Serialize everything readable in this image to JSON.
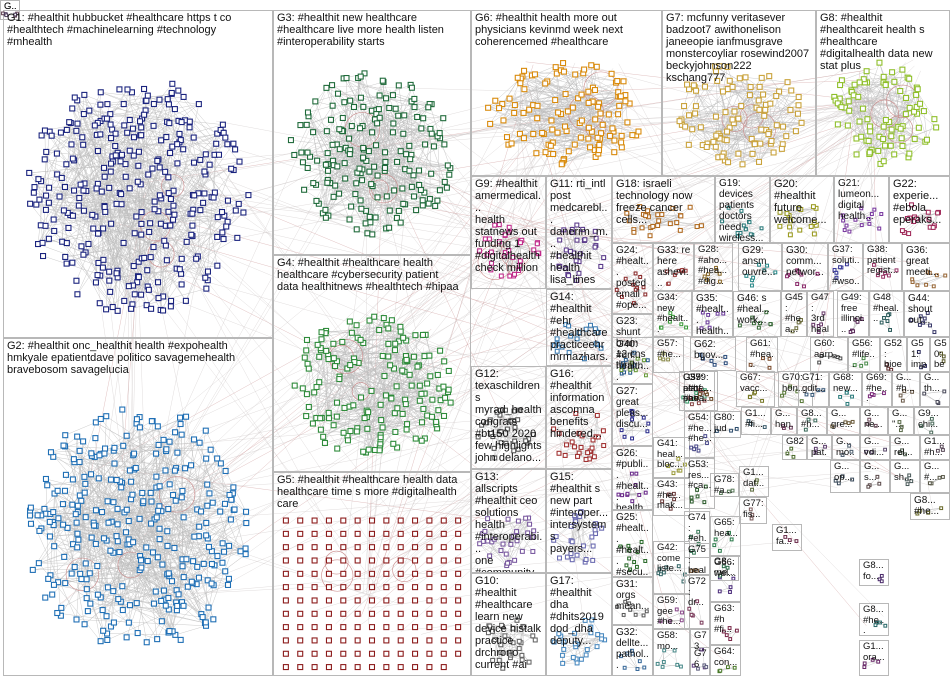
{
  "groups": [
    {
      "id": "g1",
      "text": "G1: #healthit hubbucket #healthcare https t co\n#healthtech #machinelearning #technology\n#mhealth",
      "color": "#1a237e"
    },
    {
      "id": "g2",
      "text": "G2: #healthit onc_healthit health #expohealth\nhmkyale epatientdave politico savagemehealth\nbravebosom savagelucia",
      "color": "#1f6fb5"
    },
    {
      "id": "g3",
      "text": "G3: #healthit new healthcare\n#healthcare live more health listen\n#interoperability starts",
      "color": "#1f6a3a"
    },
    {
      "id": "g4",
      "text": "G4: #healthit #healthcare health\nhealthcare #cybersecurity patient\ndata healthitnews #healthtech #hipaa",
      "color": "#2e8b3a"
    },
    {
      "id": "g5",
      "text": "G5: #healthit #healthcare health data\nhealthcare time s more #digitalhealth\ncare",
      "color": "#8b1a1a"
    },
    {
      "id": "g6",
      "text": "G6: #healthit health more out\nphysicians kevinmd week next\ncoherencemed #healthcare",
      "color": "#d98a0b"
    },
    {
      "id": "g7",
      "text": "G7: mcfunny veritasever\nbadzoot7 awithonelison\njaneeopie ianfmusgrave\nmonstercoyliar rosewind2007\nbeckyjohnson222\nkschang777",
      "color": "#c9a23a"
    },
    {
      "id": "g8",
      "text": "G8: #healthit\n#healthcareit health s\n#healthcare\n#digitalhealth data new\nstat plus",
      "color": "#8fbf2a"
    },
    {
      "id": "g9",
      "text": "G9: #healthit\namermedical...\nhealth\nstatnews out\nfunding 1\n#digitalhealth\ncheck million",
      "color": "#c02a8a"
    },
    {
      "id": "g10",
      "text": "G10: #healthit\n#healthcare\nlearn new\ndevice histalk\npractice\ndrchrono\ncurrent #ai",
      "color": "#666666"
    },
    {
      "id": "g11",
      "text": "G11: rti_intl\npost\nmedcarebl...\ndanerim_m...\n#healthit\nhealth\nlisa_lines\none...",
      "color": "#5a3a8a"
    },
    {
      "id": "g12",
      "text": "G12:\ntexaschildrens\nmyrad_health\ncongrats\n#bt150 2020\nfew highlights\njohn delano...",
      "color": "#555555"
    },
    {
      "id": "g13",
      "text": "G13: allscripts\n#healthit ceo\nsolutions\nhealth\n#interoperabi...\none\n#community...",
      "color": "#7a5aa0"
    },
    {
      "id": "g14",
      "text": "G14:\n#healthit\n#ehr\n#healthcare\npracticeehr\nmrmazhars...\n#practiceehr\nehr...",
      "color": "#3a7ab0"
    },
    {
      "id": "g15",
      "text": "G15:\n#healthit s\nnew part\n#interoper...\nintersystems\npayers...",
      "color": "#6a6ab0"
    },
    {
      "id": "g16",
      "text": "G16:\n#healthit\ninformation\nascomna\nbenefits\nhindered...",
      "color": "#a03030"
    },
    {
      "id": "g17",
      "text": "G17:\n#healthit\ndha\n#dhits2019\ndod_dha\ndeputy...",
      "color": "#4a8ac0"
    },
    {
      "id": "g18",
      "text": "G18: israeli\ntechnology now\nfreeze cancer\ncells...",
      "color": "#b06a20"
    },
    {
      "id": "g19",
      "text": "G19: devices\npatients\ndoctors need\nwireless...",
      "color": "#2a7a7a"
    },
    {
      "id": "g20",
      "text": "G20:\n#healthit\nfuture\nwelcome...",
      "color": "#9a9a20"
    },
    {
      "id": "g21",
      "text": "G21:\nlumeon...\ndigital\nhealth...",
      "color": "#7a3aa0"
    },
    {
      "id": "g22",
      "text": "G22:\nexperie...\n#ebola\neperaks...",
      "color": "#a02a5a"
    },
    {
      "id": "g23",
      "text": "G23:\nshunt\nbrain\n12 cns\nthrill...",
      "color": "#2a5a8a"
    },
    {
      "id": "g24",
      "text": "G24:\n#healt...\nposted\nemail\n#ope...",
      "color": "#8a2a2a"
    },
    {
      "id": "g25",
      "text": "G25:\n#healt...\n#healt...\n#secu...",
      "color": "#2a6a2a"
    },
    {
      "id": "g26",
      "text": "G26:\n#publi...\n#healt...\nhealth...",
      "color": "#6a2a8a"
    },
    {
      "id": "g27",
      "text": "G27:\ngreat\npleas...\ndiscu...",
      "color": "#2a2a8a"
    },
    {
      "id": "g28",
      "text": "G28:\n#aho...\n#hea...\n#dig...",
      "color": "#8a6a2a"
    },
    {
      "id": "g29",
      "text": "G29:\nansm\nouvre...",
      "color": "#2a8a8a"
    },
    {
      "id": "g30",
      "text": "G30:\ncomm...\nnetwor...",
      "color": "#8a2a6a"
    },
    {
      "id": "g31",
      "text": "G31:\norgs\nmean...",
      "color": "#5a5a5a"
    },
    {
      "id": "g32",
      "text": "G32:\ndellte...\npathol...",
      "color": "#3a6a9a"
    },
    {
      "id": "g33",
      "text": "G33: re\nhere\nashevi...",
      "color": "#9a3a3a"
    },
    {
      "id": "g34",
      "text": "G34:\nnew\n#healt...",
      "color": "#3a9a3a"
    },
    {
      "id": "g35",
      "text": "G35:\n#healt...\nhealth...",
      "color": "#6a3a9a"
    },
    {
      "id": "g36",
      "text": "G36:\ngreat\nmeeti...",
      "color": "#9a6a3a"
    },
    {
      "id": "g37",
      "text": "G37:\nsoluti...\n#wso...",
      "color": "#3a3a9a"
    },
    {
      "id": "g38",
      "text": "G38:\npatient\nregist...",
      "color": "#9a3a6a"
    },
    {
      "id": "g39",
      "text": "G39:\nacc...\npati...",
      "color": "#3a9a6a"
    },
    {
      "id": "g40",
      "text": "G40:\n#dri...\nhealth...",
      "color": "#6a9a3a"
    },
    {
      "id": "g41",
      "text": "G41:\nheal...\nbloc...",
      "color": "#9a9a3a"
    },
    {
      "id": "g42",
      "text": "G42:\ncome\nliste...",
      "color": "#3a6a6a"
    },
    {
      "id": "g43",
      "text": "G43:\n#he...\nmak...",
      "color": "#6a3a3a"
    },
    {
      "id": "g44",
      "text": "G44:\nshout\nout...",
      "color": "#3a3a6a"
    },
    {
      "id": "g45",
      "text": "G45:\n#hea...\nsgsc...",
      "color": "#6a6a3a"
    },
    {
      "id": "g46",
      "text": "G46: s\n#heal...\nwork...",
      "color": "#3a6a3a"
    },
    {
      "id": "g47",
      "text": "G47:\n3rd\nhealt...",
      "color": "#6a3a6a"
    },
    {
      "id": "g48",
      "text": "G48\n#heal...",
      "color": "#2a5a5a"
    },
    {
      "id": "g49",
      "text": "G49:\nfree\nillinoi...",
      "color": "#5a2a5a"
    },
    {
      "id": "g50",
      "text": "G50:\nbest...",
      "color": "#5a5a2a"
    },
    {
      "id": "g51",
      "text": "G51:\nimpr...",
      "color": "#2a2a5a"
    },
    {
      "id": "g52",
      "text": "G52:\nbioe...",
      "color": "#5a2a2a"
    },
    {
      "id": "g53",
      "text": "G53:\nres...\n#ca...",
      "color": "#2a5a2a"
    },
    {
      "id": "g54",
      "text": "G54:\n#he...\n#he...",
      "color": "#4a4a8a"
    },
    {
      "id": "g55",
      "text": "G55:\nplatf...\n#hea...",
      "color": "#8a4a4a"
    },
    {
      "id": "g56",
      "text": "G56:\n#life...",
      "color": "#4a8a4a"
    },
    {
      "id": "g57",
      "text": "G57:\n#he...",
      "color": "#8a8a4a"
    },
    {
      "id": "g58",
      "text": "G58:\nmo...",
      "color": "#4a8a8a"
    },
    {
      "id": "g59",
      "text": "G59:\ngee\n#he...",
      "color": "#8a4a8a"
    },
    {
      "id": "g60",
      "text": "G60:\naarp...",
      "color": "#4a4a4a"
    },
    {
      "id": "g61",
      "text": "G61:\n#hea...",
      "color": "#7a4a2a"
    },
    {
      "id": "g62",
      "text": "G62:\nbgov...",
      "color": "#2a4a7a"
    },
    {
      "id": "g63",
      "text": "G63:\n#h\n#fi...",
      "color": "#7a2a4a"
    },
    {
      "id": "g64",
      "text": "G64:\ncon...",
      "color": "#4a7a2a"
    },
    {
      "id": "g65",
      "text": "G65:\nhea...",
      "color": "#2a7a4a"
    },
    {
      "id": "g66",
      "text": "G66:\nwel...",
      "color": "#4a2a7a"
    },
    {
      "id": "g67",
      "text": "G67:\nvacc...",
      "color": "#7a7a2a"
    },
    {
      "id": "g68",
      "text": "G68:\nnew...",
      "color": "#2a7a7a"
    },
    {
      "id": "g69",
      "text": "G69:\n#he...",
      "color": "#7a2a7a"
    },
    {
      "id": "g70",
      "text": "G70:\nhon...",
      "color": "#5a7a3a"
    },
    {
      "id": "g71",
      "text": "G71:\ngdit...",
      "color": "#3a5a7a"
    },
    {
      "id": "g72",
      "text": "G72:\ndr...",
      "color": "#7a3a5a"
    },
    {
      "id": "g73",
      "text": "G73",
      "color": "#5a3a7a"
    },
    {
      "id": "g74",
      "text": "G74:\n#eh...",
      "color": "#3a7a5a"
    },
    {
      "id": "g75",
      "text": "G75:\nheal...",
      "color": "#7a5a3a"
    },
    {
      "id": "g76",
      "text": "G76",
      "color": "#5a5a7a"
    },
    {
      "id": "g77",
      "text": "G77:\nfis...",
      "color": "#7a5a5a"
    },
    {
      "id": "g78",
      "text": "G78:\n#a...",
      "color": "#5a7a5a"
    },
    {
      "id": "g79",
      "text": "G79:\n#he...",
      "color": "#6a4a2a"
    },
    {
      "id": "g80",
      "text": "G80:\njud",
      "color": "#2a4a6a"
    },
    {
      "id": "g81",
      "text": "G1...\nfa...",
      "color": "#6a2a4a"
    },
    {
      "id": "g82",
      "text": "G82:\nop...",
      "color": "#4a6a2a"
    },
    {
      "id": "g83",
      "text": "G8...\nme...",
      "color": "#2a6a4a"
    },
    {
      "id": "g84",
      "text": "G8...\nfo...",
      "color": "#4a2a6a"
    },
    {
      "id": "g85",
      "text": "G8...\n#he...",
      "color": "#6a6a2a"
    },
    {
      "id": "g86",
      "text": "G8...\n#he...",
      "color": "#2a6a6a"
    },
    {
      "id": "g87",
      "text": "G1...\nora...",
      "color": "#6a2a6a"
    },
    {
      "id": "g88",
      "text": "G1...\ndat...",
      "color": "#5a6a3a"
    },
    {
      "id": "g89",
      "text": "G1...\n#fi...",
      "color": "#3a5a6a"
    },
    {
      "id": "g90",
      "text": "G...\nhon...",
      "color": "#6a3a5a"
    },
    {
      "id": "g91",
      "text": "G...\npat...",
      "color": "#5a3a6a"
    },
    {
      "id": "g92",
      "text": "G8...\n#h...",
      "color": "#3a6a5a"
    },
    {
      "id": "g93",
      "text": "G...\ngre...",
      "color": "#6a5a3a"
    },
    {
      "id": "g94",
      "text": "G...\nmo...",
      "color": "#4a5a6a"
    },
    {
      "id": "g95",
      "text": "G...\nne...",
      "color": "#6a4a5a"
    },
    {
      "id": "g96",
      "text": "G...\n\"...",
      "color": "#5a6a4a"
    },
    {
      "id": "g97",
      "text": "G9...\nchi...",
      "color": "#4a6a5a"
    },
    {
      "id": "g98",
      "text": "G...\nvdi...",
      "color": "#5a4a6a"
    },
    {
      "id": "g99",
      "text": "G...\n#h...",
      "color": "#6a5a4a"
    },
    {
      "id": "g100",
      "text": "G...\nrel...",
      "color": "#4a5a4a"
    },
    {
      "id": "g101",
      "text": "G1...\n#h...",
      "color": "#5a4a5a"
    },
    {
      "id": "g102",
      "text": "G...\nth...",
      "color": "#4a4a5a"
    },
    {
      "id": "g103",
      "text": "G...\n#...",
      "color": "#5a5a4a"
    },
    {
      "id": "g104",
      "text": "G...\nsh...",
      "color": "#4a5a5a"
    },
    {
      "id": "g105",
      "text": "G...\ns...",
      "color": "#5a4a4a"
    },
    {
      "id": "g106",
      "text": "G...\nop...",
      "color": "#3a4a5a"
    },
    {
      "id": "g107",
      "text": "G...",
      "color": "#5a3a4a"
    },
    {
      "id": "g108",
      "text": "G...\nj...",
      "color": "#4a3a5a"
    }
  ]
}
